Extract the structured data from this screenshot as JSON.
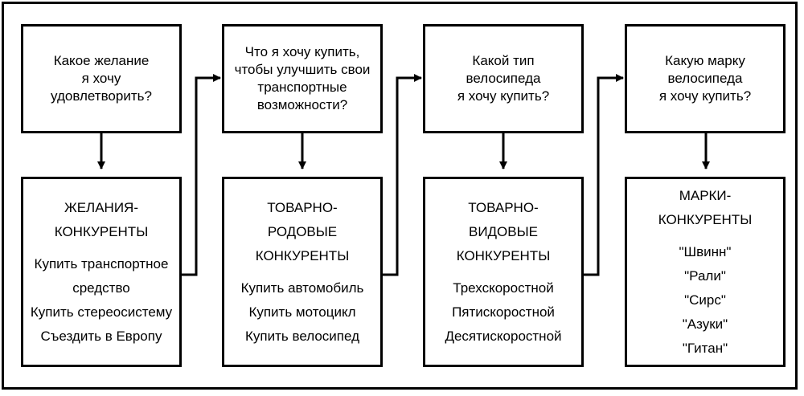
{
  "columns": [
    {
      "question": [
        "Какое желание",
        "я хочу",
        "удовлетворить?"
      ],
      "title": [
        "ЖЕЛАНИЯ-",
        "КОНКУРЕНТЫ"
      ],
      "items": [
        "Купить транспортное",
        "средство",
        "Купить стереосистему",
        "Съездить в Европу"
      ]
    },
    {
      "question": [
        "Что я хочу купить,",
        "чтобы улучшить свои",
        "транспортные",
        "возможности?"
      ],
      "title": [
        "ТОВАРНО-",
        "РОДОВЫЕ",
        "КОНКУРЕНТЫ"
      ],
      "items": [
        "Купить автомобиль",
        "Купить мотоцикл",
        "Купить велосипед"
      ]
    },
    {
      "question": [
        "Какой тип",
        "велосипеда",
        "я хочу купить?"
      ],
      "title": [
        "ТОВАРНО-",
        "ВИДОВЫЕ",
        "КОНКУРЕНТЫ"
      ],
      "items": [
        "Трехскоростной",
        "Пятискоростной",
        "Десятискоростной"
      ]
    },
    {
      "question": [
        "Какую марку",
        "велосипеда",
        "я хочу купить?"
      ],
      "title": [
        "МАРКИ-",
        "КОНКУРЕНТЫ"
      ],
      "items": [
        "\"Швинн\"",
        "\"Рали\"",
        "\"Сирс\"",
        "\"Азуки\"",
        "\"Гитан\""
      ]
    }
  ]
}
